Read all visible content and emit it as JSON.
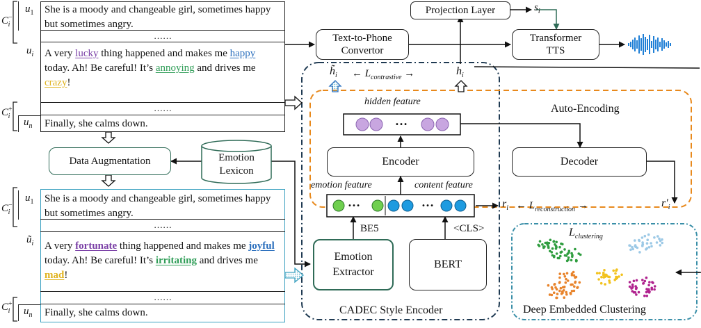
{
  "top_panel": {
    "u1_label": "u",
    "u1_sub": "1",
    "ui_label": "u",
    "ui_sub": "i",
    "un_label": "u",
    "un_sub": "n",
    "c_minus": "C",
    "c_minus_sub": "i",
    "c_minus_sup": "−",
    "c_plus": "C",
    "c_plus_sub": "i",
    "c_plus_sup": "+",
    "u1_text": "She is a moody and changeable girl, sometimes happy but sometimes angry.",
    "dots": "……",
    "ui_text": {
      "p1": "A very ",
      "w1": "lucky",
      "p2": " thing happened and makes me ",
      "w2": "happy",
      "p3": " today. Ah! Be careful! It’s ",
      "w3": "annoying",
      "p4": " and drives me ",
      "w4": "crazy",
      "p5": "!"
    },
    "un_text": "Finally, she calms down."
  },
  "bottom_panel": {
    "u1_text": "She is a moody and changeable girl, sometimes happy but sometimes angry.",
    "dots": "……",
    "ui_tilde_label": "ũ",
    "ui_tilde_sub": "i",
    "ui_text": {
      "p1": "A very ",
      "w1": "fortunate",
      "p2": " thing happened and makes me ",
      "w2": "joyful",
      "p3": " today. Ah! Be careful! It’s ",
      "w3": "irritating",
      "p4": " and drives me ",
      "w4": "mad",
      "p5": "!"
    },
    "un_text": "Finally, she calms down."
  },
  "nodes": {
    "data_augmentation": "Data Augmentation",
    "emotion_lexicon_l1": "Emotion",
    "emotion_lexicon_l2": "Lexicon",
    "projection_layer": "Projection Layer",
    "s_i": "s",
    "s_i_sub": "i",
    "text_to_phone_l1": "Text-to-Phone",
    "text_to_phone_l2": "Convertor",
    "transformer_l1": "Transformer",
    "transformer_l2": "TTS",
    "encoder": "Encoder",
    "decoder": "Decoder",
    "emotion_extractor_l1": "Emotion",
    "emotion_extractor_l2": "Extractor",
    "bert": "BERT",
    "be5": "BE5",
    "cls": "<CLS>"
  },
  "labels": {
    "hidden_feature": "hidden feature",
    "emotion_feature": "emotion feature",
    "content_feature": "content feature",
    "auto_encoding": "Auto-Encoding",
    "cadec": "CADEC Style Encoder",
    "dec": "Deep Embedded Clustering",
    "h_tilde": "h̃",
    "h_sub": "i",
    "h": "h",
    "l_contrastive": "L",
    "l_contrastive_sub": "contrastive",
    "r": "r",
    "r_sub": "i",
    "l_reconstruction": "L",
    "l_reconstruction_sub": "reconstruction",
    "r_prime": "r′",
    "r_prime_sub": "i",
    "l_clustering": "L",
    "l_clustering_sub": "clustering",
    "feature_dots": "…"
  },
  "colors": {
    "purple": "#7a3fa6",
    "blue": "#2b6fbd",
    "green": "#2f9d57",
    "gold": "#e0b320",
    "orange_dash": "#e8891c",
    "teal_dash": "#3a8fa8",
    "navy_dash": "#1f3a52",
    "lexicon_green": "#2f6b57",
    "bottom_panel_border": "#3aa0c0",
    "node_purple": "#c8a6e0",
    "node_green": "#6fcf4f",
    "node_blue": "#1e9be0",
    "wave_blue": "#1f7fd6"
  }
}
